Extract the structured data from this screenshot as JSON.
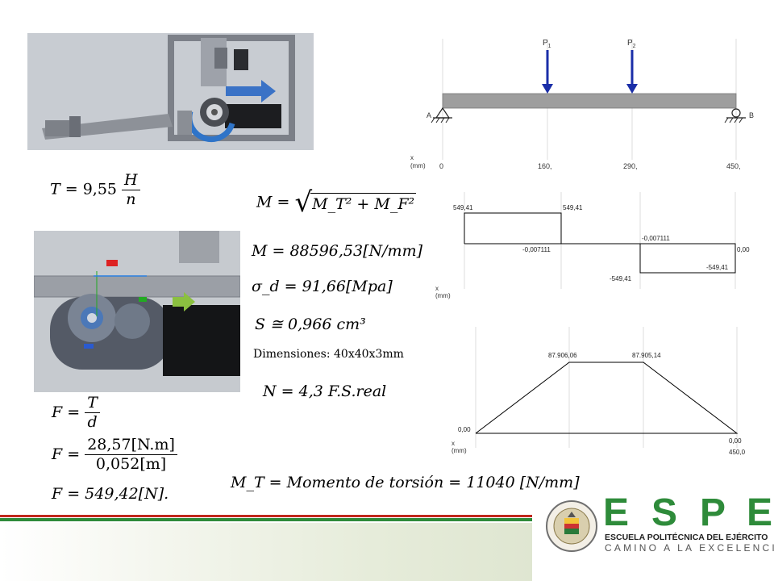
{
  "beam": {
    "load_labels": [
      "P1",
      "P2"
    ],
    "support_a": "A",
    "support_b": "B",
    "axis_label": "x\n(mm)",
    "x_ticks": [
      "0",
      "160,",
      "290,",
      "450,"
    ]
  },
  "shear": {
    "axis_label": "x\n(mm)",
    "labels": [
      "549,41",
      "549,41",
      "-0,007111",
      "-0,007111",
      "0,00",
      "-549,41",
      "-549,41"
    ]
  },
  "moment": {
    "axis_label": "x\n(mm)",
    "labels": [
      "87.906,06",
      "87.905,14",
      "0,00",
      "0,00",
      "450,0"
    ]
  },
  "equations": {
    "torque": {
      "lhs": "T",
      "coef": "= 9,55",
      "num": "H",
      "den": "n"
    },
    "moment_combined": {
      "lhs": "M =",
      "radicand": "M_T² + M_F²"
    },
    "moment_value": "M = 88596,53[N/mm]",
    "stress": "σ_d = 91,66[Mpa]",
    "section_modulus": "S ≅ 0,966 cm³",
    "dimensions": "Dimensiones: 40x40x3mm",
    "safety_factor": "N = 4,3 F.S.real",
    "force_def": {
      "lhs": "F =",
      "num": "T",
      "den": "d"
    },
    "force_sub": {
      "lhs": "F =",
      "num": "28,57[N.m]",
      "den": "0,052[m]"
    },
    "force_value": "F = 549,42[N].",
    "torsion": "M_T = Momento de torsión = 11040 [N/mm]"
  },
  "logo": {
    "letters": [
      "E",
      "S",
      "P",
      "E"
    ],
    "line1": "ESCUELA POLITÉCNICA DEL EJÉRCITO",
    "line2": "CAMINO A LA EXCELENCIA"
  },
  "colors": {
    "green": "#2e8b3a",
    "red": "#c0281c",
    "load_arrow": "#1a2ea8",
    "beam": "#9e9e9e"
  }
}
